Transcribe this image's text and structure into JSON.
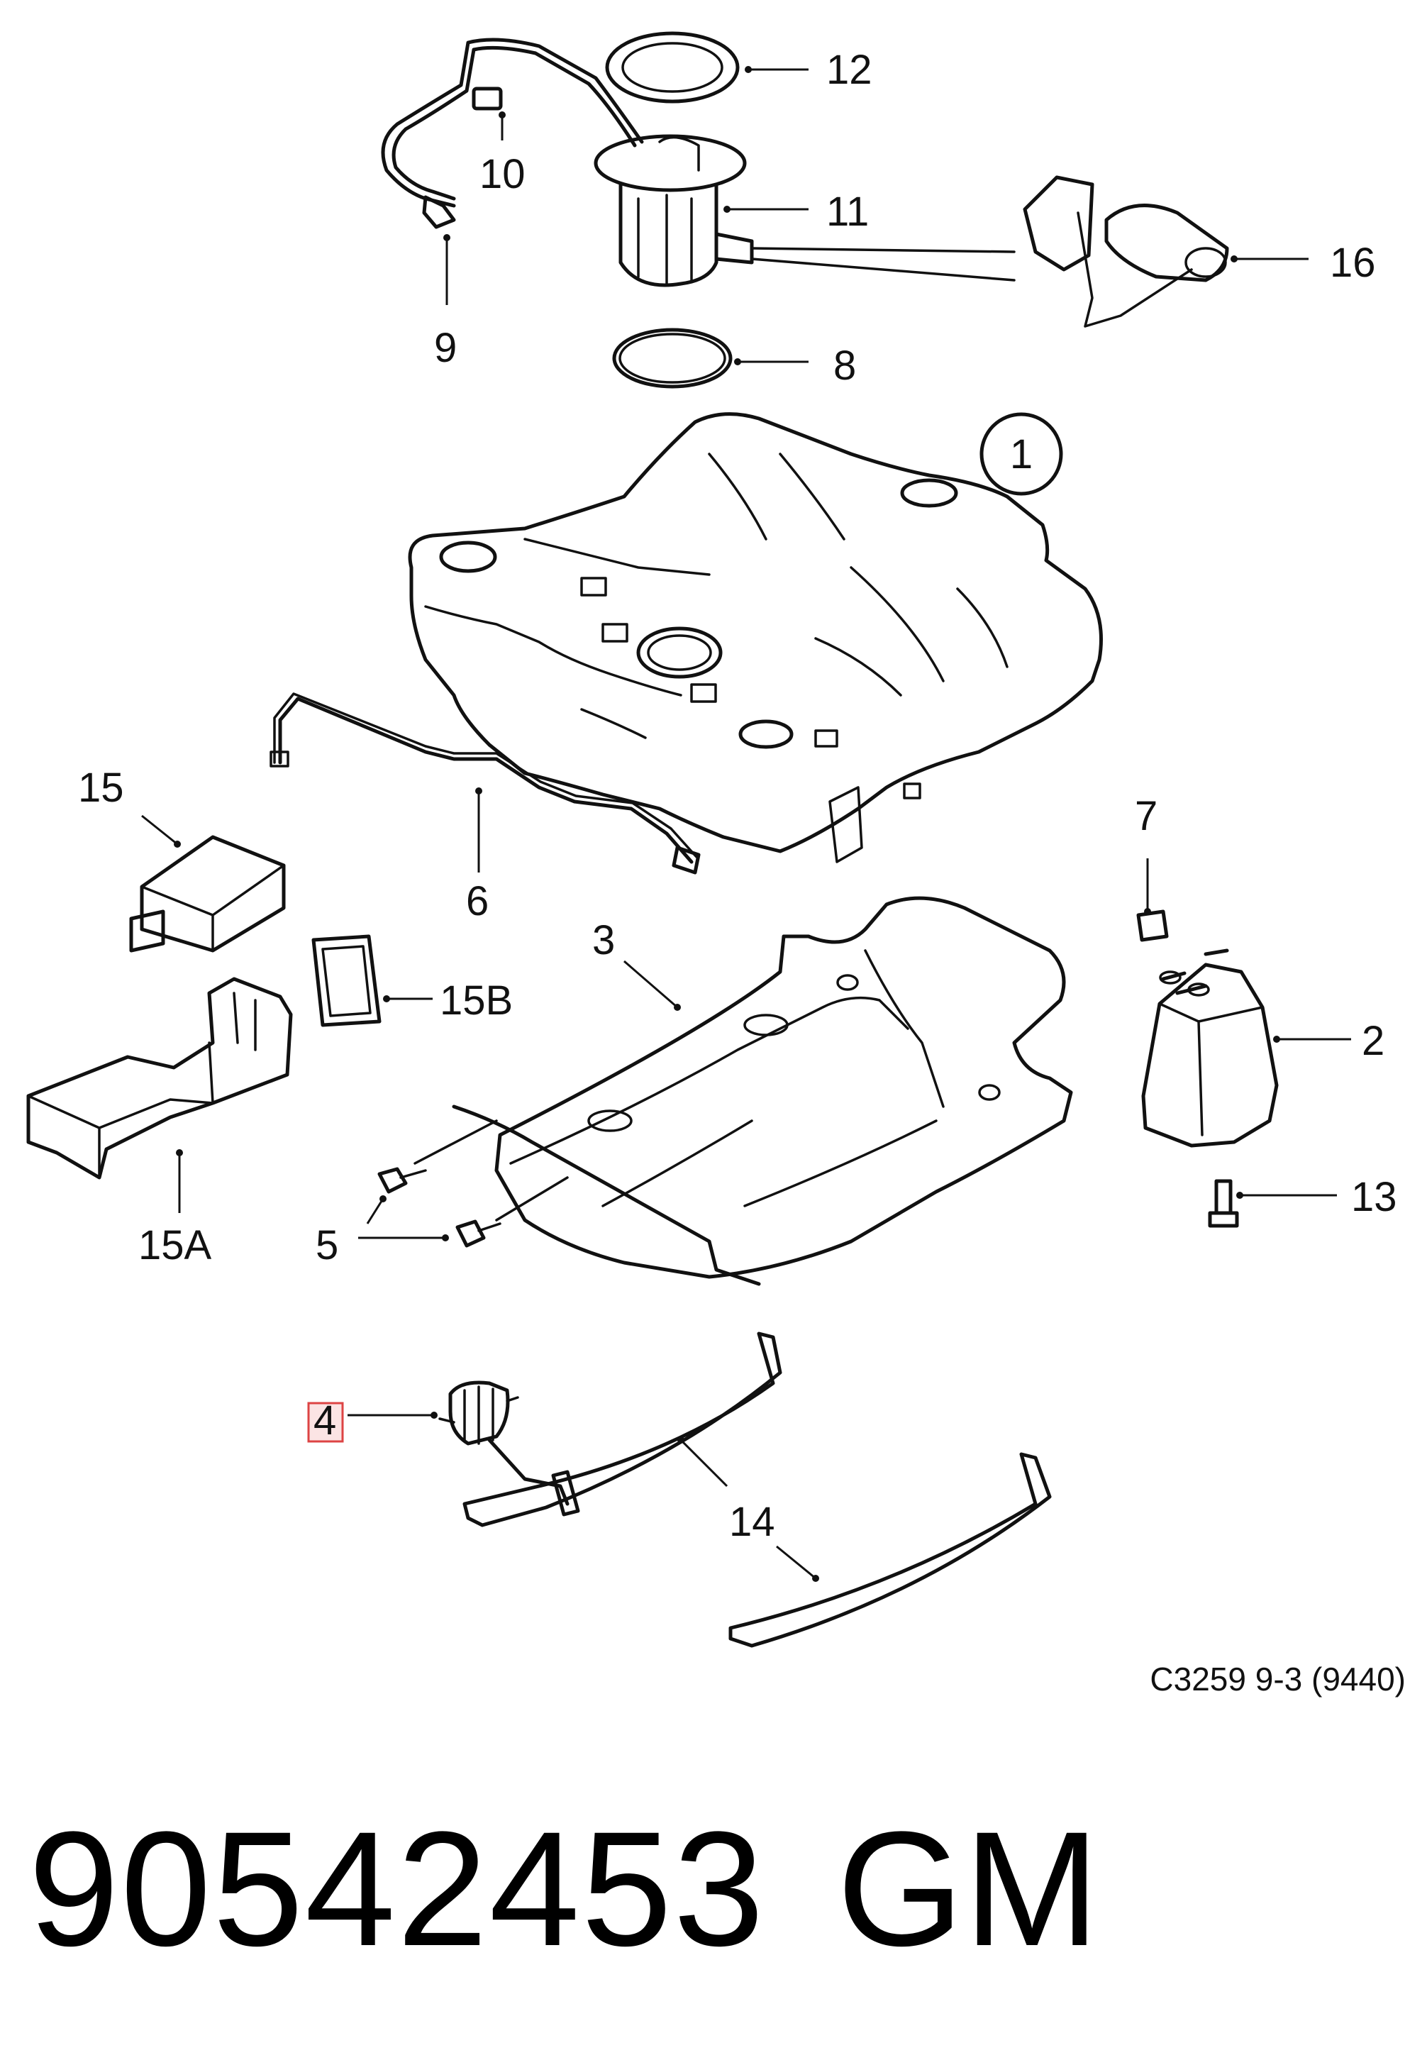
{
  "callouts": {
    "c1": "1",
    "c2": "2",
    "c3": "3",
    "c4": "4",
    "c5": "5",
    "c6": "6",
    "c7": "7",
    "c8": "8",
    "c9": "9",
    "c10": "10",
    "c11": "11",
    "c12": "12",
    "c13": "13",
    "c14": "14",
    "c15": "15",
    "c15a": "15A",
    "c15b": "15B",
    "c16": "16"
  },
  "highlighted_callout": "4",
  "diagram_code": "C3259 9-3 (9440)",
  "part_number": "90542453",
  "brand": "GM",
  "colors": {
    "line": "#111111",
    "highlight_fill": "#fbe4e4",
    "highlight_stroke": "#dd4444"
  }
}
